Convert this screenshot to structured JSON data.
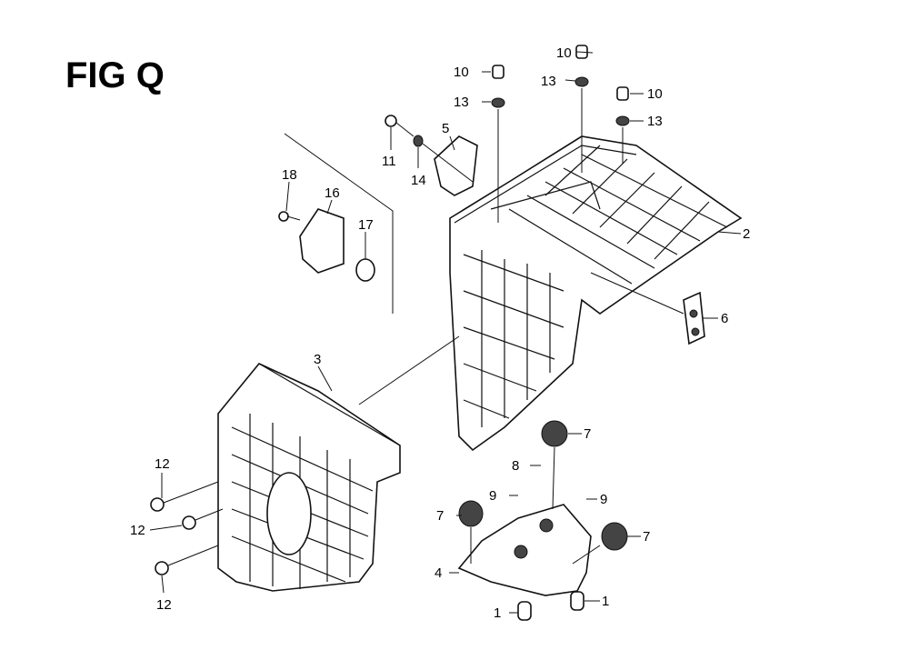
{
  "figure_title": "FIG Q",
  "callouts": [
    "10",
    "13",
    "10",
    "13",
    "10",
    "13",
    "11",
    "14",
    "5",
    "2",
    "6",
    "18",
    "16",
    "17",
    "3",
    "7",
    "8",
    "9",
    "9",
    "7",
    "7",
    "12",
    "12",
    "12",
    "4",
    "1",
    "1"
  ]
}
